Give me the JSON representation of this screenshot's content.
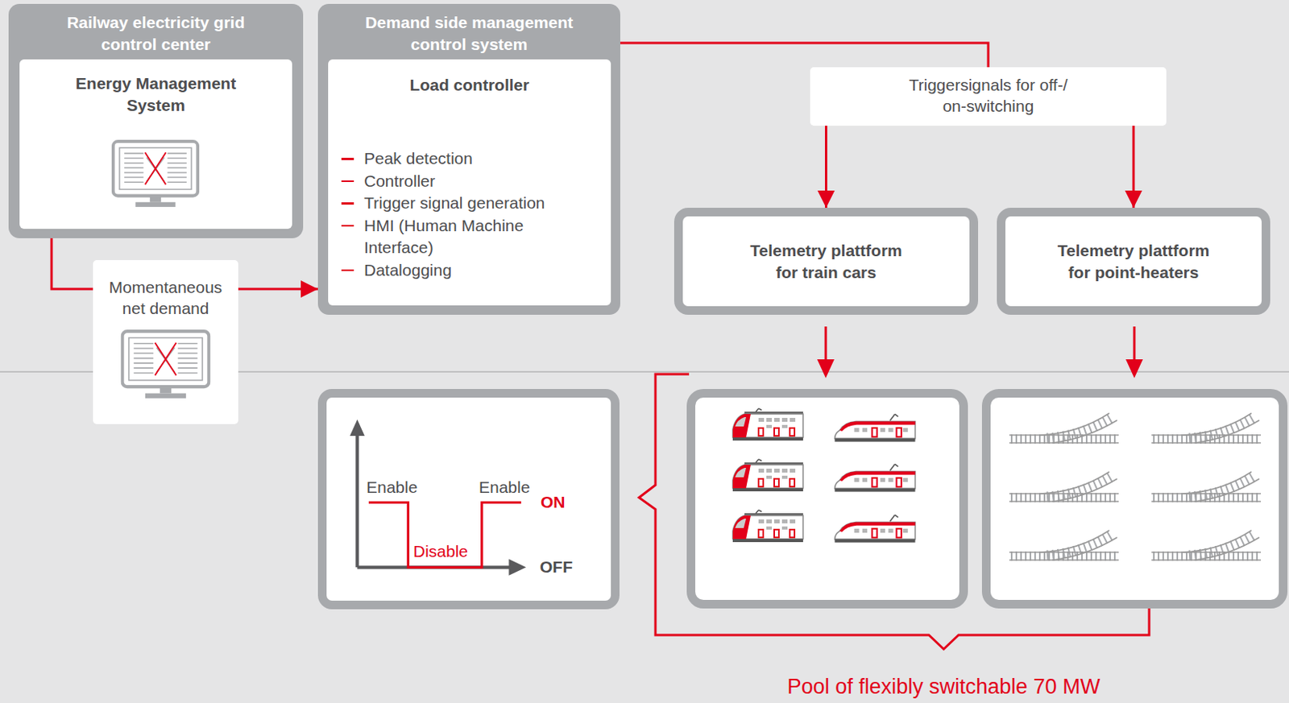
{
  "diagram": {
    "nodes": [
      {
        "text": [
          "Railway electricity grid control center"
        ]
      },
      {
        "text": [
          "Energy Management System"
        ],
        "in": 0
      },
      {
        "text": [
          "Demand side management control system"
        ]
      },
      {
        "text": [
          "Load controller",
          "Peak detection",
          "Controller",
          "Trigger signal generation",
          "HMI (Human Machine Interface)",
          "Datalogging"
        ],
        "in": 2
      },
      {
        "text": [
          "Momentaneous net demand"
        ]
      },
      {
        "text": [
          "Triggersignals for off-/ on-switching"
        ]
      },
      {
        "text": [
          "Telemetry plattform for train cars"
        ]
      },
      {
        "text": [
          "Telemetry plattform for point-heaters"
        ]
      },
      {
        "text": [
          "Enable",
          "Enable",
          "ON",
          "Disable",
          "OFF"
        ]
      }
    ],
    "edges": [
      {
        "from": 0,
        "to": 4,
        "arrow": "none"
      },
      {
        "from": 4,
        "to": 2,
        "arrow": "to"
      },
      {
        "from": 2,
        "to": 5,
        "arrow": "none"
      },
      {
        "from": 5,
        "to": 6,
        "arrow": "to"
      },
      {
        "from": 5,
        "to": 7,
        "arrow": "to"
      }
    ],
    "labels": [
      "Pool of flexibly switchable 70 MW"
    ]
  }
}
